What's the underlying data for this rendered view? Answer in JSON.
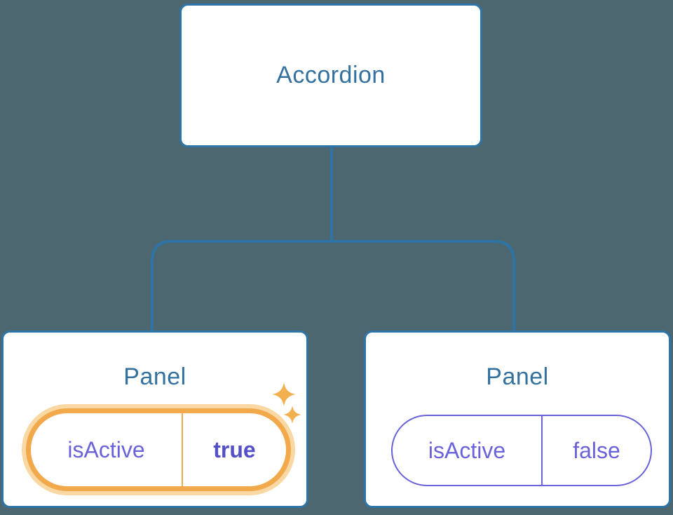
{
  "diagram": {
    "root_node": {
      "label": "Accordion"
    },
    "panels": [
      {
        "title": "Panel",
        "prop_label": "isActive",
        "prop_value": "true",
        "state": "active"
      },
      {
        "title": "Panel",
        "prop_label": "isActive",
        "prop_value": "false",
        "state": "inactive"
      }
    ]
  },
  "colors": {
    "background": "#4C6770",
    "node_background": "#FFFFFF",
    "node_border_blue": "#2E74A6",
    "connector_blue": "#2D74A4",
    "node_text_blue": "#33719F",
    "state_purple": "#6A62D8",
    "state_value_bold_purple": "#554FC8",
    "highlight_orange": "#F2A94C",
    "highlight_orange_glow": "#F9D8A4",
    "sparkle_orange": "#F2B04E"
  }
}
